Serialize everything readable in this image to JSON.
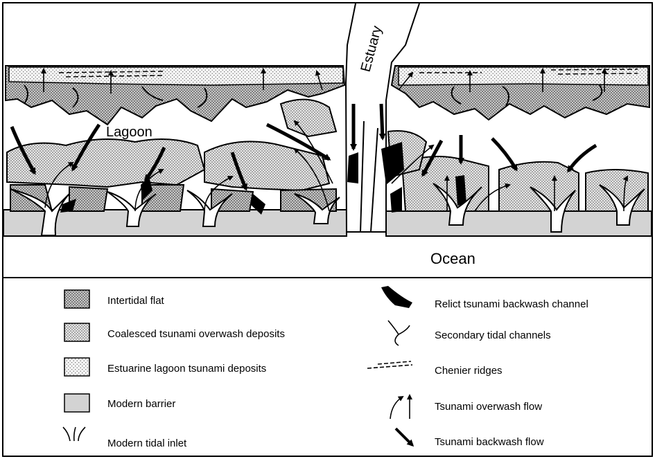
{
  "map": {
    "labels": {
      "lagoon": "Lagoon",
      "estuary": "Estuary",
      "ocean": "Ocean"
    }
  },
  "legend": {
    "left": [
      {
        "label": "Intertidal flat",
        "icon": "dense-stipple-swatch-icon"
      },
      {
        "label": "Coalesced tsunami overwash deposits",
        "icon": "medium-stipple-swatch-icon"
      },
      {
        "label": "Estuarine lagoon tsunami deposits",
        "icon": "sparse-stipple-swatch-icon"
      },
      {
        "label": "Modern barrier",
        "icon": "gray-swatch-icon"
      },
      {
        "label": "Modern tidal inlet",
        "icon": "tidal-inlet-icon"
      }
    ],
    "right": [
      {
        "label": "Relict tsunami backwash channel",
        "icon": "black-channel-icon"
      },
      {
        "label": "Secondary tidal channels",
        "icon": "branching-channel-icon"
      },
      {
        "label": "Chenier ridges",
        "icon": "dashed-lines-icon"
      },
      {
        "label": "Tsunami overwash flow",
        "icon": "curved-arrows-icon"
      },
      {
        "label": "Tsunami backwash flow",
        "icon": "diagonal-arrow-icon"
      }
    ]
  },
  "colors": {
    "barrier_gray": "#d3d3d3",
    "stipple_bg": "#c8c8c8",
    "ink": "#000000"
  }
}
